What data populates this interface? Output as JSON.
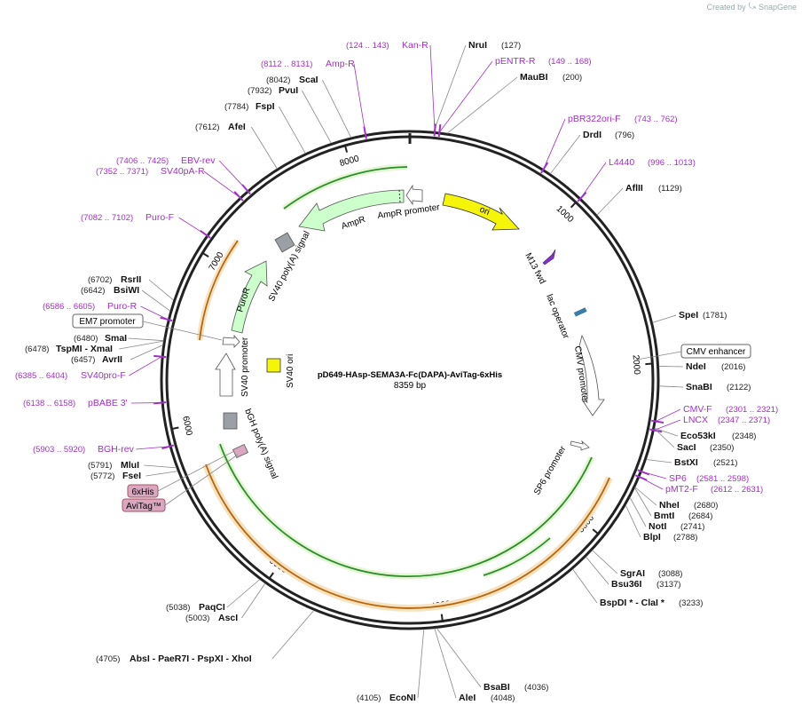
{
  "credit": {
    "prefix": "Created by",
    "brand": "SnapGene"
  },
  "plasmid": {
    "name": "pD649-HAsp-SEMA3A-Fc(DAPA)-AviTag-6xHis",
    "size": "8359 bp"
  },
  "ticks": [
    {
      "label": "1000",
      "pos": 1000
    },
    {
      "label": "2000",
      "pos": 2000
    },
    {
      "label": "3000",
      "pos": 3000
    },
    {
      "label": "4000",
      "pos": 4000
    },
    {
      "label": "5000",
      "pos": 5000
    },
    {
      "label": "6000",
      "pos": 6000
    },
    {
      "label": "7000",
      "pos": 7000
    },
    {
      "label": "8000",
      "pos": 8000
    }
  ],
  "features_inside": [
    {
      "label": "ori"
    },
    {
      "label": "AmpR promoter"
    },
    {
      "label": "AmpR"
    },
    {
      "label": "SV40 poly(A) signal"
    },
    {
      "label": "PuroR"
    },
    {
      "label": "SV40 promoter"
    },
    {
      "label": "SV40 ori"
    },
    {
      "label": "bGH poly(A) signal"
    },
    {
      "label": "M13 fwd"
    },
    {
      "label": "lac operator"
    },
    {
      "label": "CMV promoter"
    },
    {
      "label": "SP6 promoter"
    }
  ],
  "boxed_labels": [
    {
      "label": "EM7 promoter"
    },
    {
      "label": "CMV enhancer"
    },
    {
      "label": "6xHis"
    },
    {
      "label": "AviTag™"
    }
  ],
  "sites": [
    {
      "name": "NruI",
      "pos": "(127)",
      "side": "r",
      "color": "enzyme"
    },
    {
      "name": "pENTR-R",
      "pos": "(149 .. 168)",
      "side": "r",
      "color": "primer"
    },
    {
      "name": "MauBI",
      "pos": "(200)",
      "side": "r",
      "color": "enzyme"
    },
    {
      "name": "pBR322ori-F",
      "pos": "(743 .. 762)",
      "side": "r",
      "color": "primer"
    },
    {
      "name": "DrdI",
      "pos": "(796)",
      "side": "r",
      "color": "enzyme"
    },
    {
      "name": "L4440",
      "pos": "(996 .. 1013)",
      "side": "r",
      "color": "primer"
    },
    {
      "name": "AflII",
      "pos": "(1129)",
      "side": "r",
      "color": "enzyme"
    },
    {
      "name": "SpeI",
      "pos": "(1781)",
      "side": "r",
      "color": "enzyme"
    },
    {
      "name": "NdeI",
      "pos": "(2016)",
      "side": "r",
      "color": "enzyme"
    },
    {
      "name": "SnaBI",
      "pos": "(2122)",
      "side": "r",
      "color": "enzyme"
    },
    {
      "name": "CMV-F",
      "pos": "(2301 .. 2321)",
      "side": "r",
      "color": "primer"
    },
    {
      "name": "LNCX",
      "pos": "(2347 .. 2371)",
      "side": "r",
      "color": "primer"
    },
    {
      "name": "Eco53kI",
      "pos": "(2348)",
      "side": "r",
      "color": "enzyme"
    },
    {
      "name": "SacI",
      "pos": "(2350)",
      "side": "r",
      "color": "enzyme"
    },
    {
      "name": "BstXI",
      "pos": "(2521)",
      "side": "r",
      "color": "enzyme"
    },
    {
      "name": "SP6",
      "pos": "(2581 .. 2598)",
      "side": "r",
      "color": "primer"
    },
    {
      "name": "pMT2-F",
      "pos": "(2612 .. 2631)",
      "side": "r",
      "color": "primer"
    },
    {
      "name": "NheI",
      "pos": "(2680)",
      "side": "r",
      "color": "enzyme"
    },
    {
      "name": "BmtI",
      "pos": "(2684)",
      "side": "r",
      "color": "enzyme"
    },
    {
      "name": "NotI",
      "pos": "(2741)",
      "side": "r",
      "color": "enzyme"
    },
    {
      "name": "BlpI",
      "pos": "(2788)",
      "side": "r",
      "color": "enzyme"
    },
    {
      "name": "SgrAI",
      "pos": "(3088)",
      "side": "r",
      "color": "enzyme"
    },
    {
      "name": "Bsu36I",
      "pos": "(3137)",
      "side": "r",
      "color": "enzyme"
    },
    {
      "name": "BspDI * - ClaI *",
      "pos": "(3233)",
      "side": "r",
      "color": "enzyme"
    },
    {
      "name": "BsaBI",
      "pos": "(4036)",
      "side": "r",
      "color": "enzyme"
    },
    {
      "name": "AleI",
      "pos": "(4048)",
      "side": "l",
      "color": "enzyme"
    },
    {
      "name": "EcoNI",
      "pos": "(4105)",
      "side": "l",
      "color": "enzyme"
    },
    {
      "name": "AbsI - PaeR7I - PspXI - XhoI",
      "pos": "(4705)",
      "side": "l",
      "color": "enzyme"
    },
    {
      "name": "AscI",
      "pos": "(5003)",
      "side": "l",
      "color": "enzyme"
    },
    {
      "name": "PaqCI",
      "pos": "(5038)",
      "side": "l",
      "color": "enzyme"
    },
    {
      "name": "FseI",
      "pos": "(5772)",
      "side": "l",
      "color": "enzyme"
    },
    {
      "name": "MluI",
      "pos": "(5791)",
      "side": "l",
      "color": "enzyme"
    },
    {
      "name": "BGH-rev",
      "pos": "(5903 .. 5920)",
      "side": "l",
      "color": "primer"
    },
    {
      "name": "pBABE 3'",
      "pos": "(6138 .. 6158)",
      "side": "l",
      "color": "primer"
    },
    {
      "name": "SV40pro-F",
      "pos": "(6385 .. 6404)",
      "side": "l",
      "color": "primer"
    },
    {
      "name": "AvrII",
      "pos": "(6457)",
      "side": "l",
      "color": "enzyme"
    },
    {
      "name": "TspMI - XmaI",
      "pos": "(6478)",
      "side": "l",
      "color": "enzyme"
    },
    {
      "name": "SmaI",
      "pos": "(6480)",
      "side": "l",
      "color": "enzyme"
    },
    {
      "name": "Puro-R",
      "pos": "(6586 .. 6605)",
      "side": "l",
      "color": "primer"
    },
    {
      "name": "BsiWI",
      "pos": "(6642)",
      "side": "l",
      "color": "enzyme"
    },
    {
      "name": "RsrII",
      "pos": "(6702)",
      "side": "l",
      "color": "enzyme"
    },
    {
      "name": "Puro-F",
      "pos": "(7082 .. 7102)",
      "side": "l",
      "color": "primer"
    },
    {
      "name": "SV40pA-R",
      "pos": "(7352 .. 7371)",
      "side": "l",
      "color": "primer"
    },
    {
      "name": "EBV-rev",
      "pos": "(7406 .. 7425)",
      "side": "l",
      "color": "primer"
    },
    {
      "name": "AfeI",
      "pos": "(7612)",
      "side": "l",
      "color": "enzyme"
    },
    {
      "name": "FspI",
      "pos": "(7784)",
      "side": "l",
      "color": "enzyme"
    },
    {
      "name": "PvuI",
      "pos": "(7932)",
      "side": "l",
      "color": "enzyme"
    },
    {
      "name": "ScaI",
      "pos": "(8042)",
      "side": "l",
      "color": "enzyme"
    },
    {
      "name": "Amp-R",
      "pos": "(8112 .. 8131)",
      "side": "l",
      "color": "primer"
    },
    {
      "name": "Kan-R",
      "pos": "(124 .. 143)",
      "side": "l",
      "color": "primer"
    }
  ],
  "colors": {
    "enzyme": "#111111",
    "primer": "#a030c8",
    "ring": "#222222"
  }
}
